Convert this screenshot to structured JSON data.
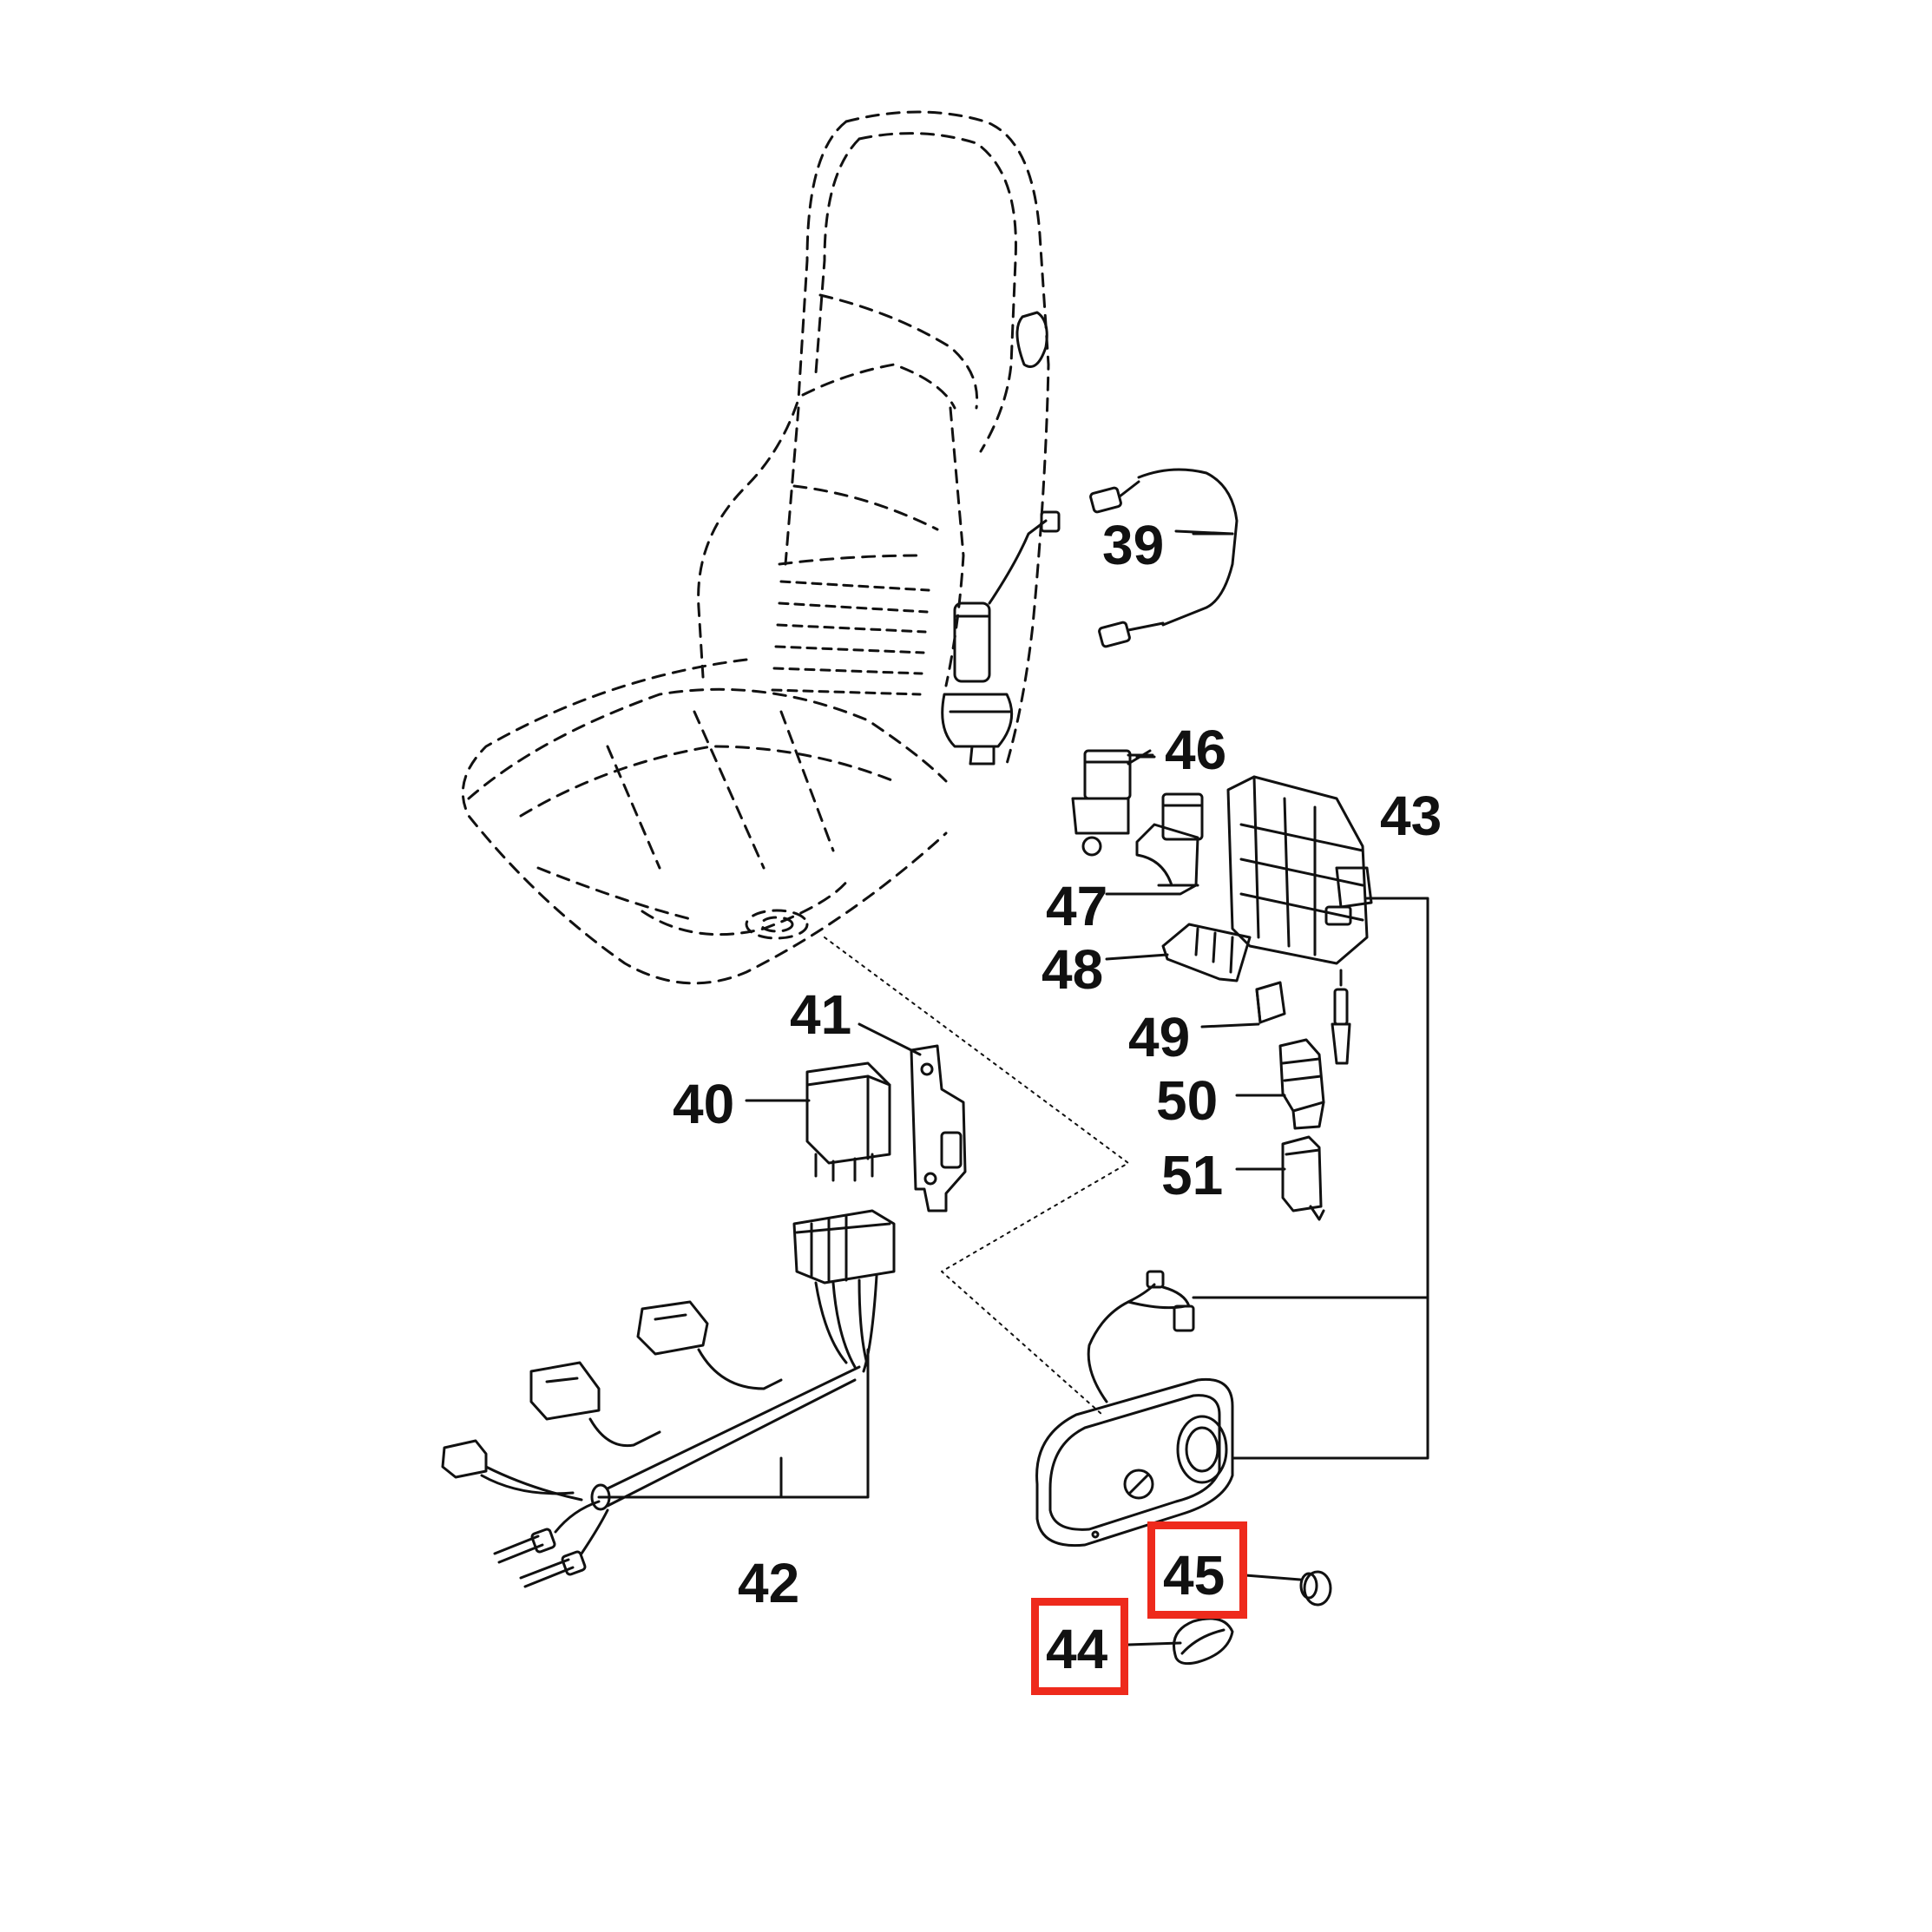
{
  "diagram": {
    "callouts": {
      "c39": "39",
      "c40": "40",
      "c41": "41",
      "c42": "42",
      "c43": "43",
      "c44": "44",
      "c45": "45",
      "c46": "46",
      "c47": "47",
      "c48": "48",
      "c49": "49",
      "c50": "50",
      "c51": "51"
    },
    "highlighted": [
      "44",
      "45"
    ],
    "colors": {
      "line": "#111111",
      "highlight": "#ee2a1c",
      "background": "#ffffff"
    }
  }
}
